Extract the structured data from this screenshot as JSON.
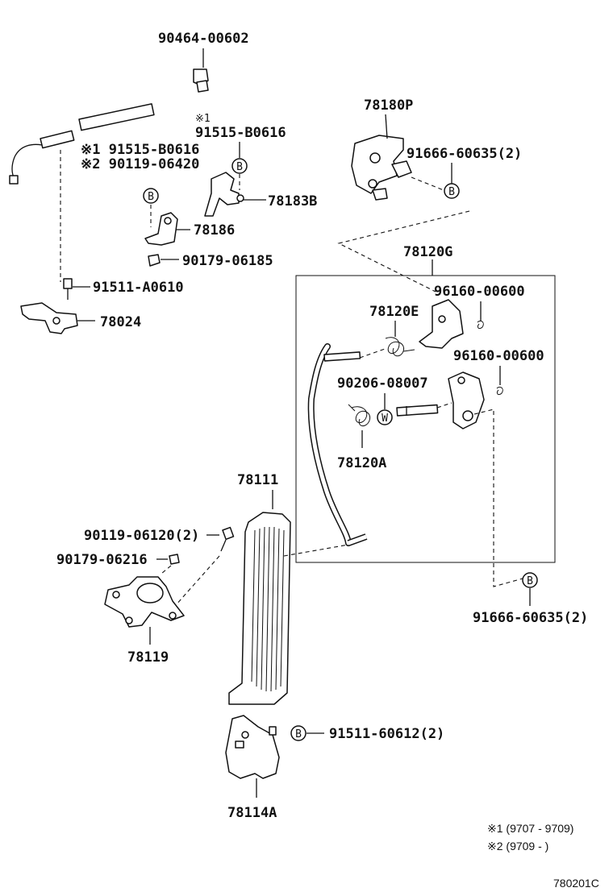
{
  "labels": {
    "p90464": "90464-00602",
    "p78180P": "78180P",
    "note1_mark": "※1",
    "p91515_top": "91515-B0616",
    "p91666_top": "91666-60635(2)",
    "note_a": "※1 91515-B0616",
    "note_b": "※2 90119-06420",
    "p78183B": "78183B",
    "p78186": "78186",
    "p90179_06185": "90179-06185",
    "p91511_A0610": "91511-A0610",
    "p78024": "78024",
    "p78120G": "78120G",
    "p96160_a": "96160-00600",
    "p78120E": "78120E",
    "p96160_b": "96160-00600",
    "p90206": "90206-08007",
    "p78120A": "78120A",
    "p78111": "78111",
    "p90119_06120": "90119-06120(2)",
    "p90179_06216": "90179-06216",
    "p78119": "78119",
    "p91666_bottom": "91666-60635(2)",
    "p91511_60612": "91511-60612(2)",
    "p78114A": "78114A",
    "badge_B": "B",
    "badge_W": "W"
  },
  "footnotes": {
    "note1": "※1 (9707 - 9709)",
    "note2": "※2 (9709 -      )"
  },
  "figure_code": "780201C"
}
